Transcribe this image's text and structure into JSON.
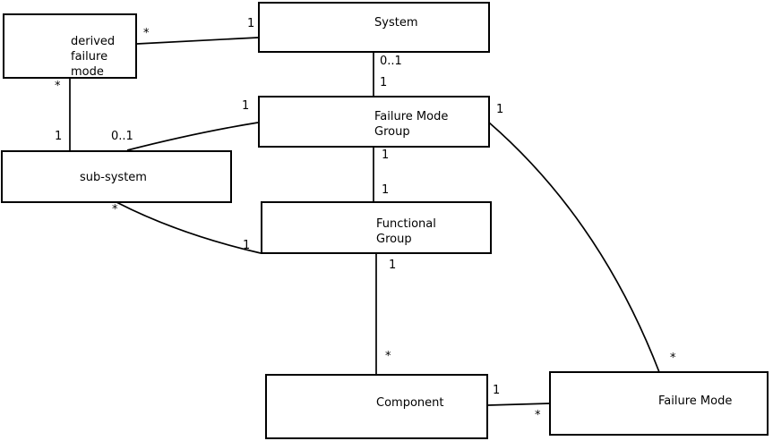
{
  "diagram": {
    "type": "uml-class-association-diagram",
    "background_color": "#ffffff",
    "line_color": "#000000",
    "text_color": "#000000",
    "nodes": [
      {
        "id": "derived-failure-mode",
        "lines": [
          "derived",
          "failure",
          "mode"
        ]
      },
      {
        "id": "system",
        "lines": [
          "System"
        ]
      },
      {
        "id": "failure-mode-group",
        "lines": [
          "Failure Mode",
          "Group"
        ]
      },
      {
        "id": "sub-system",
        "lines": [
          "sub-system"
        ]
      },
      {
        "id": "functional-group",
        "lines": [
          "Functional",
          "Group"
        ]
      },
      {
        "id": "component",
        "lines": [
          "Component"
        ]
      },
      {
        "id": "failure-mode",
        "lines": [
          "Failure Mode"
        ]
      }
    ],
    "edges": [
      {
        "from": "derived-failure-mode",
        "to": "system",
        "from_mult": "*",
        "to_mult": "1"
      },
      {
        "from": "derived-failure-mode",
        "to": "sub-system",
        "from_mult": "*",
        "to_mult": "1"
      },
      {
        "from": "sub-system",
        "to": "failure-mode-group",
        "from_mult": "0..1",
        "to_mult": "1"
      },
      {
        "from": "system",
        "to": "failure-mode-group",
        "from_mult": "0..1",
        "to_mult": "1"
      },
      {
        "from": "failure-mode-group",
        "to": "functional-group",
        "from_mult": "1",
        "to_mult": "1"
      },
      {
        "from": "functional-group",
        "to": "component",
        "from_mult": "1",
        "to_mult": "*"
      },
      {
        "from": "sub-system",
        "to": "functional-group",
        "from_mult": "*",
        "to_mult": "1"
      },
      {
        "from": "failure-mode-group",
        "to": "failure-mode",
        "from_mult": "1",
        "to_mult": "*"
      },
      {
        "from": "component",
        "to": "failure-mode",
        "from_mult": "1",
        "to_mult": "*"
      }
    ]
  }
}
